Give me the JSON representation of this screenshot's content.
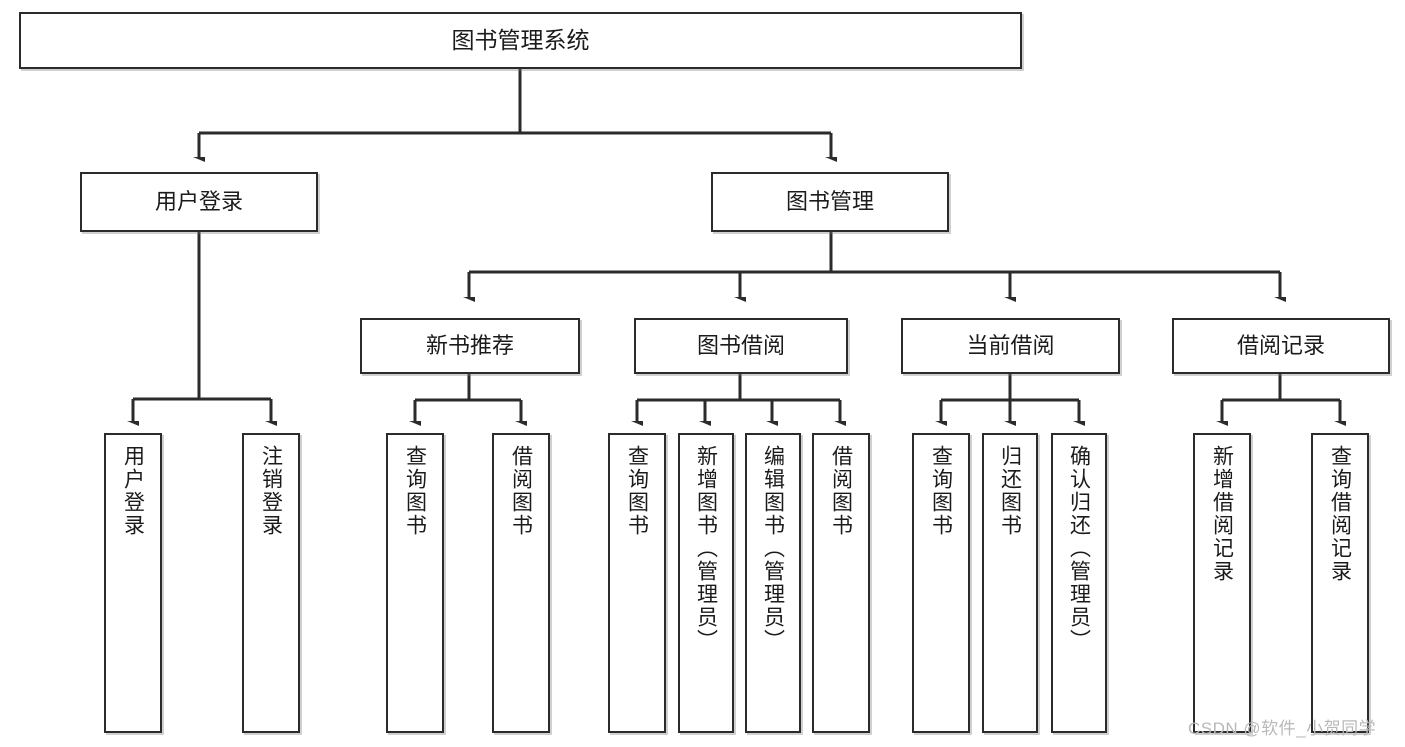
{
  "diagram": {
    "title": "图书管理系统",
    "type": "tree-hierarchy-diagram",
    "orientation": "top-down",
    "colors": {
      "box_border": "#2b2b2b",
      "box_fill": "#ffffff",
      "connector": "#2b2b2b",
      "text": "#1b1b1b",
      "watermark": "#b9b9b9",
      "background": "#ffffff"
    },
    "nodes": {
      "root": {
        "label": "图书管理系统"
      },
      "level2": [
        {
          "label": "用户登录"
        },
        {
          "label": "图书管理"
        }
      ],
      "level3": [
        {
          "label": "新书推荐"
        },
        {
          "label": "图书借阅"
        },
        {
          "label": "当前借阅"
        },
        {
          "label": "借阅记录"
        }
      ],
      "leaves_user_login": [
        {
          "label": "用户登录"
        },
        {
          "label": "注销登录"
        }
      ],
      "leaves_new_book": [
        {
          "label": "查询图书"
        },
        {
          "label": "借阅图书"
        }
      ],
      "leaves_borrow": [
        {
          "label": "查询图书"
        },
        {
          "label": "新增图书（管理员）"
        },
        {
          "label": "编辑图书（管理员）"
        },
        {
          "label": "借阅图书"
        }
      ],
      "leaves_current": [
        {
          "label": "查询图书"
        },
        {
          "label": "归还图书"
        },
        {
          "label": "确认归还（管理员）"
        }
      ],
      "leaves_record": [
        {
          "label": "新增借阅记录"
        },
        {
          "label": "查询借阅记录"
        }
      ]
    },
    "watermark": "CSDN @软件_小贺同学"
  }
}
